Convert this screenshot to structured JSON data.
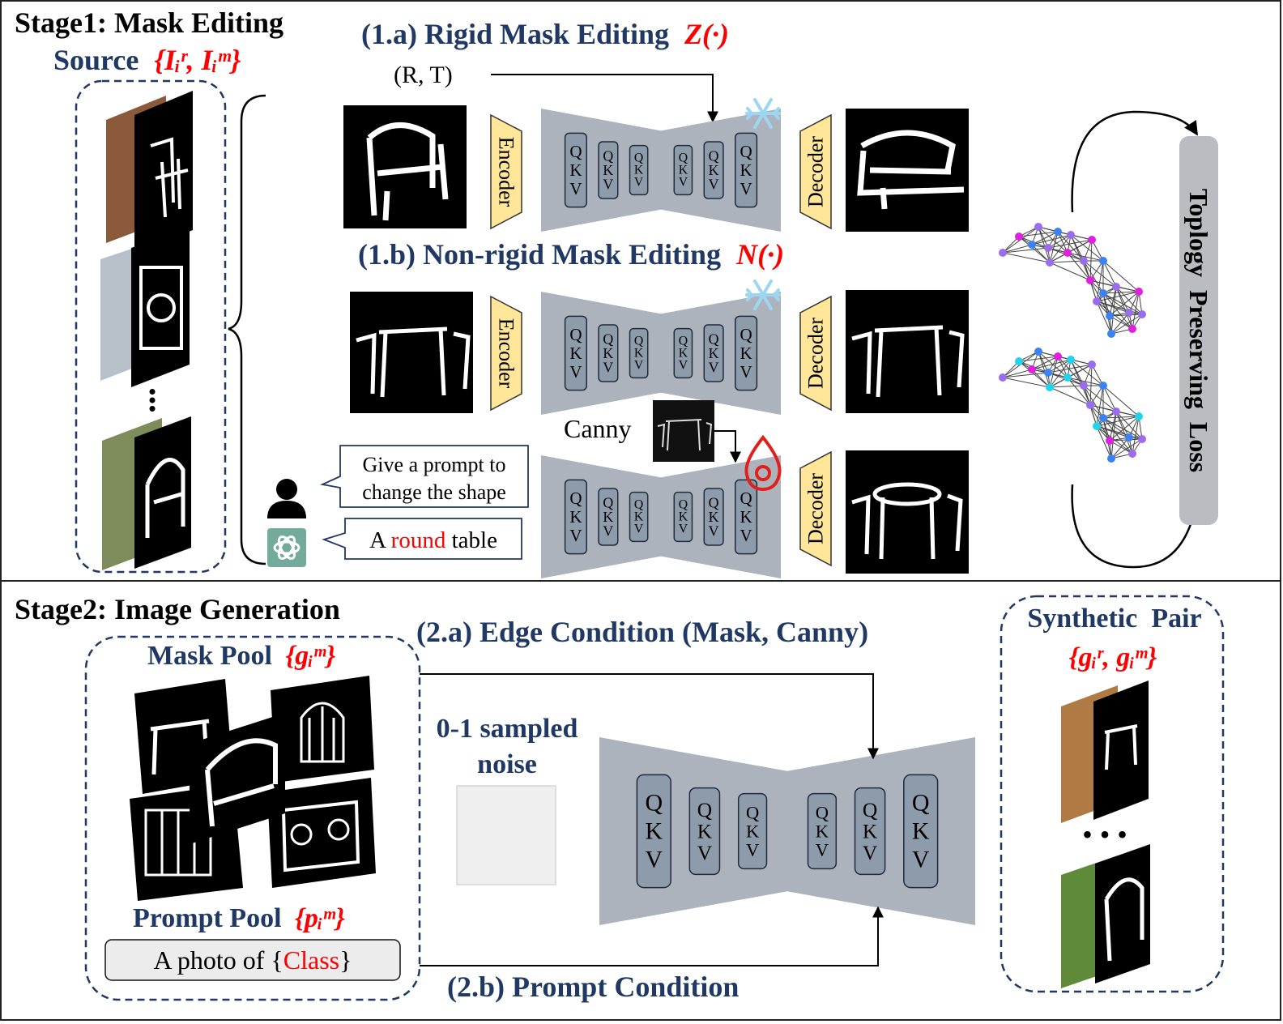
{
  "stage1": {
    "title": "Stage1: Mask Editing",
    "source_label": "Source",
    "source_set": "{Iᵢʳ, Iᵢᵐ}",
    "ellipsis": "•••",
    "rigid_heading": "(1.a) Rigid Mask Editing",
    "rigid_symbol": "Z(·)",
    "rt_label": "(R, T)",
    "nonrigid_heading": "(1.b) Non-rigid Mask Editing",
    "nonrigid_symbol": "N(·)",
    "encoder_label": "Encoder",
    "decoder_label": "Decoder",
    "canny_label": "Canny",
    "chat_prompt": [
      "Give a prompt to",
      "change the shape"
    ],
    "chat_answer": {
      "pre": "A ",
      "highlight": "round",
      "post": " table"
    },
    "loss_label": "Toplogy  Preserving  Loss"
  },
  "stage2": {
    "title": "Stage2: Image Generation",
    "edge_condition": "(2.a) Edge Condition (Mask, Canny)",
    "prompt_condition": "(2.b) Prompt Condition",
    "mask_pool_label": "Mask Pool",
    "mask_pool_set": "{gᵢᵐ}",
    "prompt_pool_label": "Prompt Pool",
    "prompt_pool_set": "{pᵢᵐ}",
    "prompt_template": {
      "pre": "A photo of {",
      "highlight": "Class",
      "post": "}"
    },
    "noise_label": [
      "0-1 sampled",
      "noise"
    ],
    "synthetic_label": "Synthetic  Pair",
    "synthetic_set": "{gᵢʳ, gᵢᵐ}",
    "ellipsis": "• • •"
  },
  "unet_tokens": [
    "Q",
    "K",
    "V"
  ],
  "colors": {
    "heading_navy": "#1f3864",
    "symbol_red": "#ff0000",
    "unet_gray": "#adb3bc",
    "qkv_fill": "#8e9bab",
    "codec_yellow": "#ffe699",
    "freeze_blue": "#9dd6f2",
    "trainable_red": "#e0201b",
    "loss_bar": "#b9bcc1",
    "gpt_green": "#74aa9c",
    "node_purple": "#9b6cf0",
    "node_magenta": "#e020e0",
    "node_cyan": "#22d3ee",
    "node_blue": "#3b82f6"
  }
}
